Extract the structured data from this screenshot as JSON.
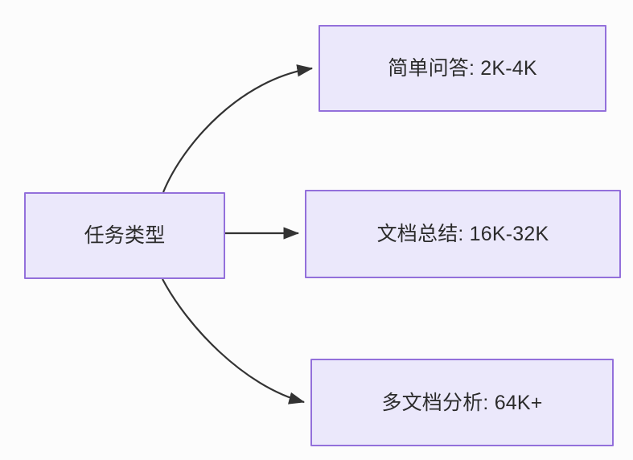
{
  "diagram": {
    "type": "flowchart",
    "direction": "left-to-right",
    "colors": {
      "node_fill": "#ebe8fb",
      "node_border": "#9370db",
      "edge_stroke": "#333333",
      "text": "#2b2b2b",
      "background": "#fcfcfc"
    },
    "nodes": [
      {
        "id": "source",
        "label": "任务类型",
        "role": "root"
      },
      {
        "id": "simple-qa",
        "label": "简单问答: 2K-4K",
        "role": "leaf"
      },
      {
        "id": "doc-summary",
        "label": "文档总结: 16K-32K",
        "role": "leaf"
      },
      {
        "id": "multi-doc",
        "label": "多文档分析: 64K+",
        "role": "leaf"
      }
    ],
    "edges": [
      {
        "id": "edge-source-simple-qa",
        "from": "任务类型",
        "to": "简单问答: 2K-4K",
        "style": "curved",
        "arrow": "end"
      },
      {
        "id": "edge-source-doc-summary",
        "from": "任务类型",
        "to": "文档总结: 16K-32K",
        "style": "straight",
        "arrow": "end"
      },
      {
        "id": "edge-source-multi-doc",
        "from": "任务类型",
        "to": "多文档分析: 64K+",
        "style": "curved",
        "arrow": "end"
      }
    ]
  }
}
